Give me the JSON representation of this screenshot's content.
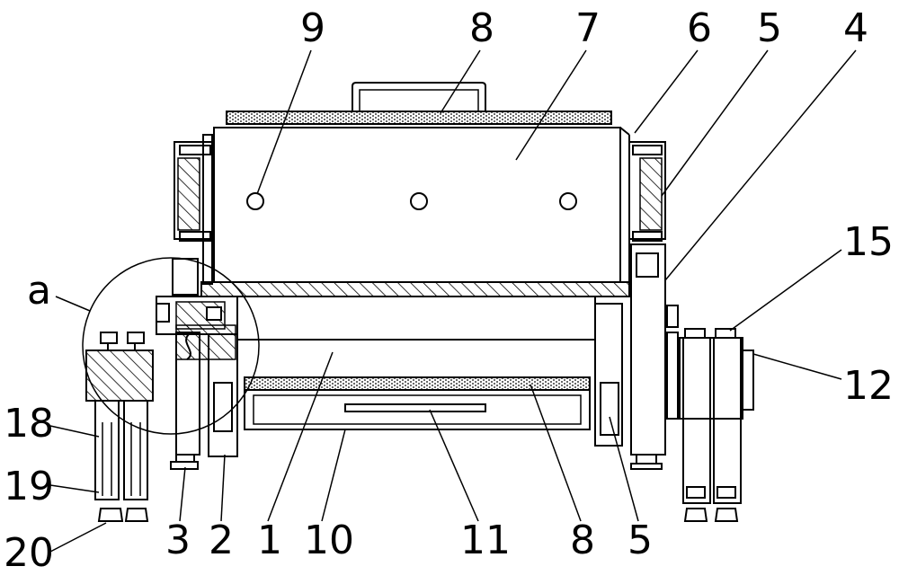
{
  "diagram": {
    "labels": {
      "l1": "1",
      "l2": "2",
      "l3": "3",
      "l4": "4",
      "l5_top": "5",
      "l5_bottom": "5",
      "l6": "6",
      "l7": "7",
      "l8_top": "8",
      "l8_bottom": "8",
      "l9": "9",
      "l10": "10",
      "l11": "11",
      "l12": "12",
      "l15": "15",
      "l18": "18",
      "l19": "19",
      "l20": "20",
      "la": "a"
    }
  }
}
